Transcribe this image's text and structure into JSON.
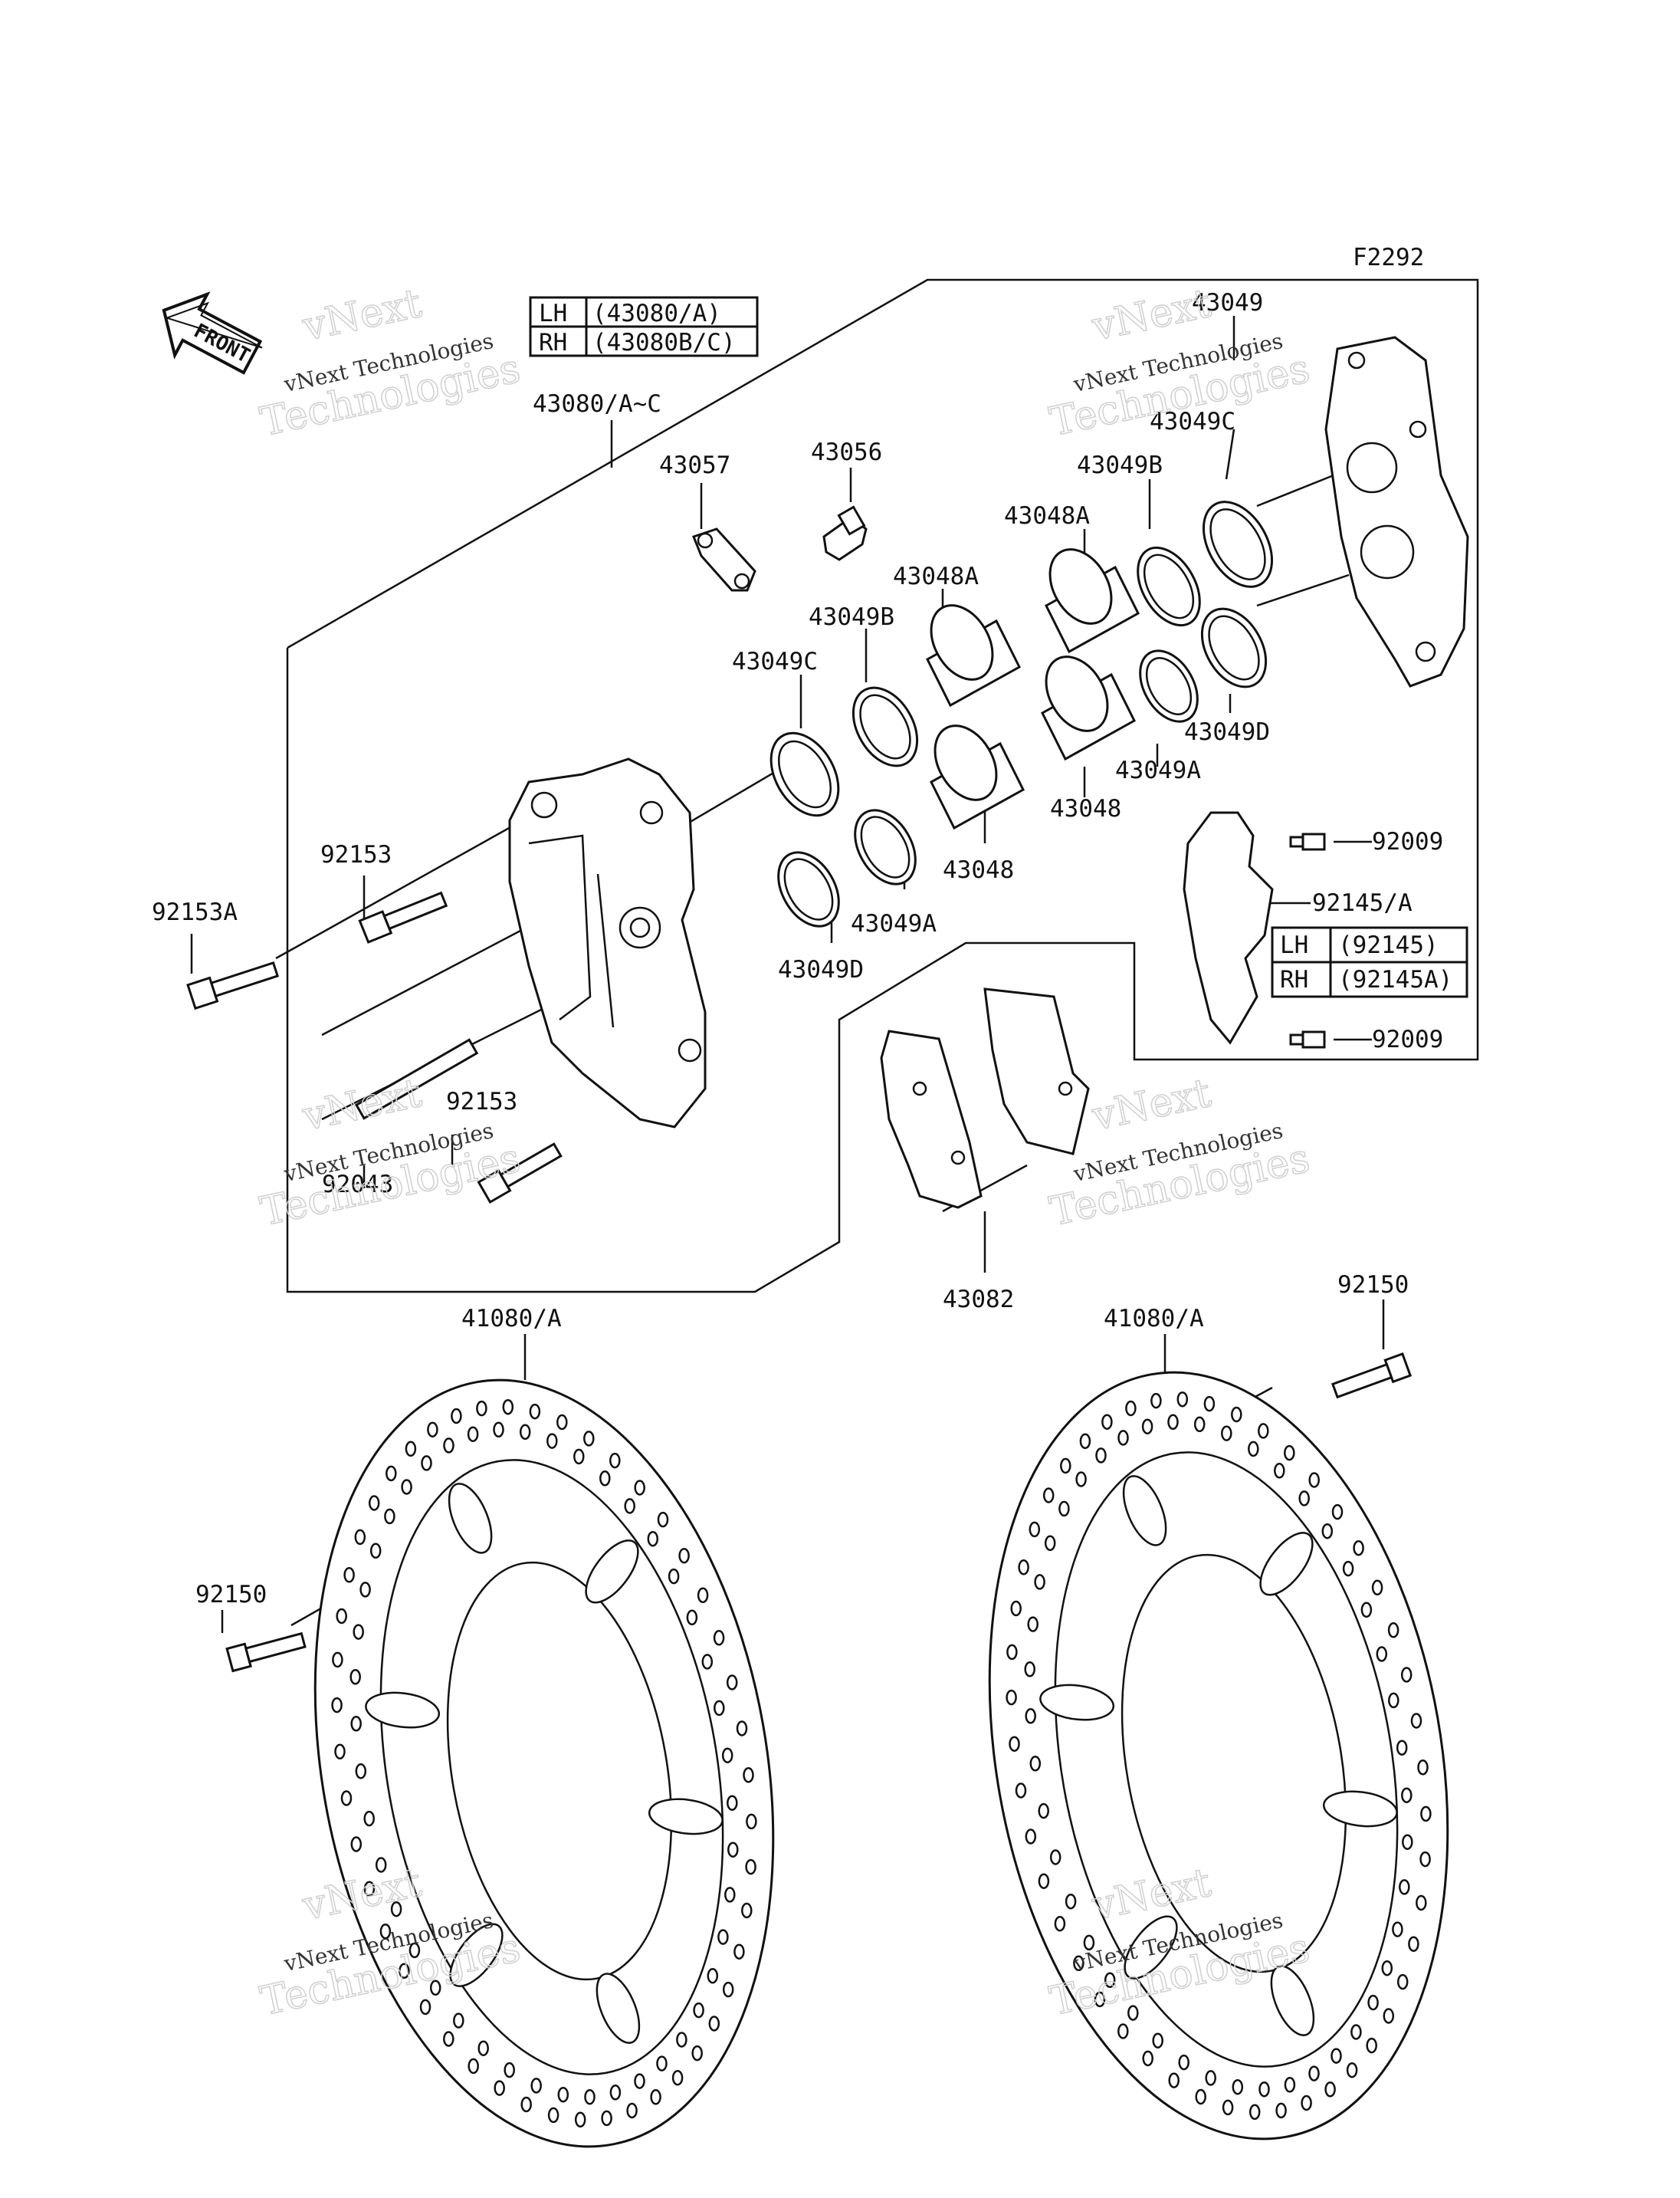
{
  "figure_code": "F2292",
  "front_label": "FRONT",
  "tables": {
    "caliper": [
      {
        "side": "LH",
        "part": "(43080/A)"
      },
      {
        "side": "RH",
        "part": "(43080B/C)"
      }
    ],
    "bracket": [
      {
        "side": "LH",
        "part": "(92145)"
      },
      {
        "side": "RH",
        "part": "(92145A)"
      }
    ]
  },
  "callouts": [
    "43049",
    "43049C",
    "43049B",
    "43048A",
    "43057",
    "43056",
    "43048A",
    "43049B",
    "43049C",
    "43049D",
    "43049A",
    "43048",
    "43048",
    "43049A",
    "43049D",
    "43080/A~C",
    "92153",
    "92153A",
    "92153",
    "92043",
    "92009",
    "92145/A",
    "92009",
    "43082",
    "41080/A",
    "41080/A",
    "92150",
    "92150"
  ],
  "watermark": {
    "line1": "vNext",
    "line2": "vNext Technologies",
    "line3": "Technologies"
  }
}
